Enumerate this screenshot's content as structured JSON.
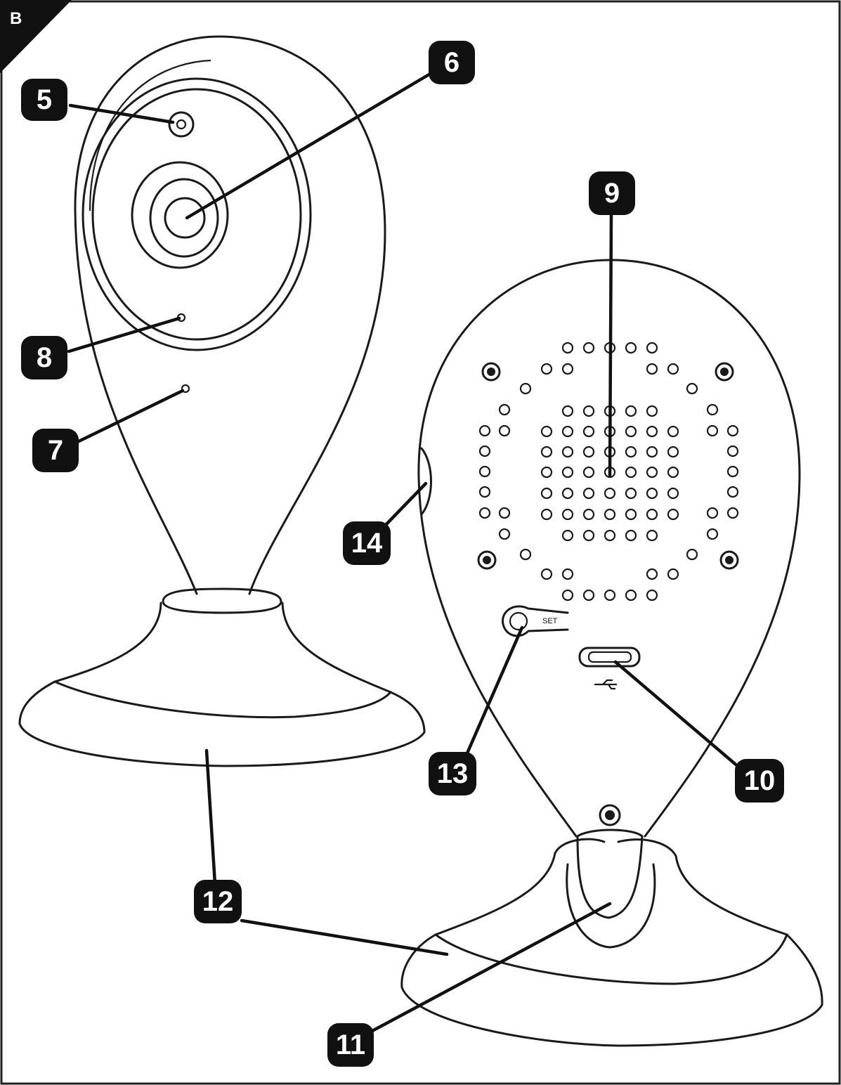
{
  "figure": {
    "corner_label": "B",
    "set_label": "SET",
    "callouts": [
      "5",
      "6",
      "7",
      "8",
      "9",
      "10",
      "11",
      "12",
      "13",
      "14"
    ],
    "line_color": "#1a1a1a",
    "badge_color": "#111111",
    "background_color": "#ffffff"
  }
}
